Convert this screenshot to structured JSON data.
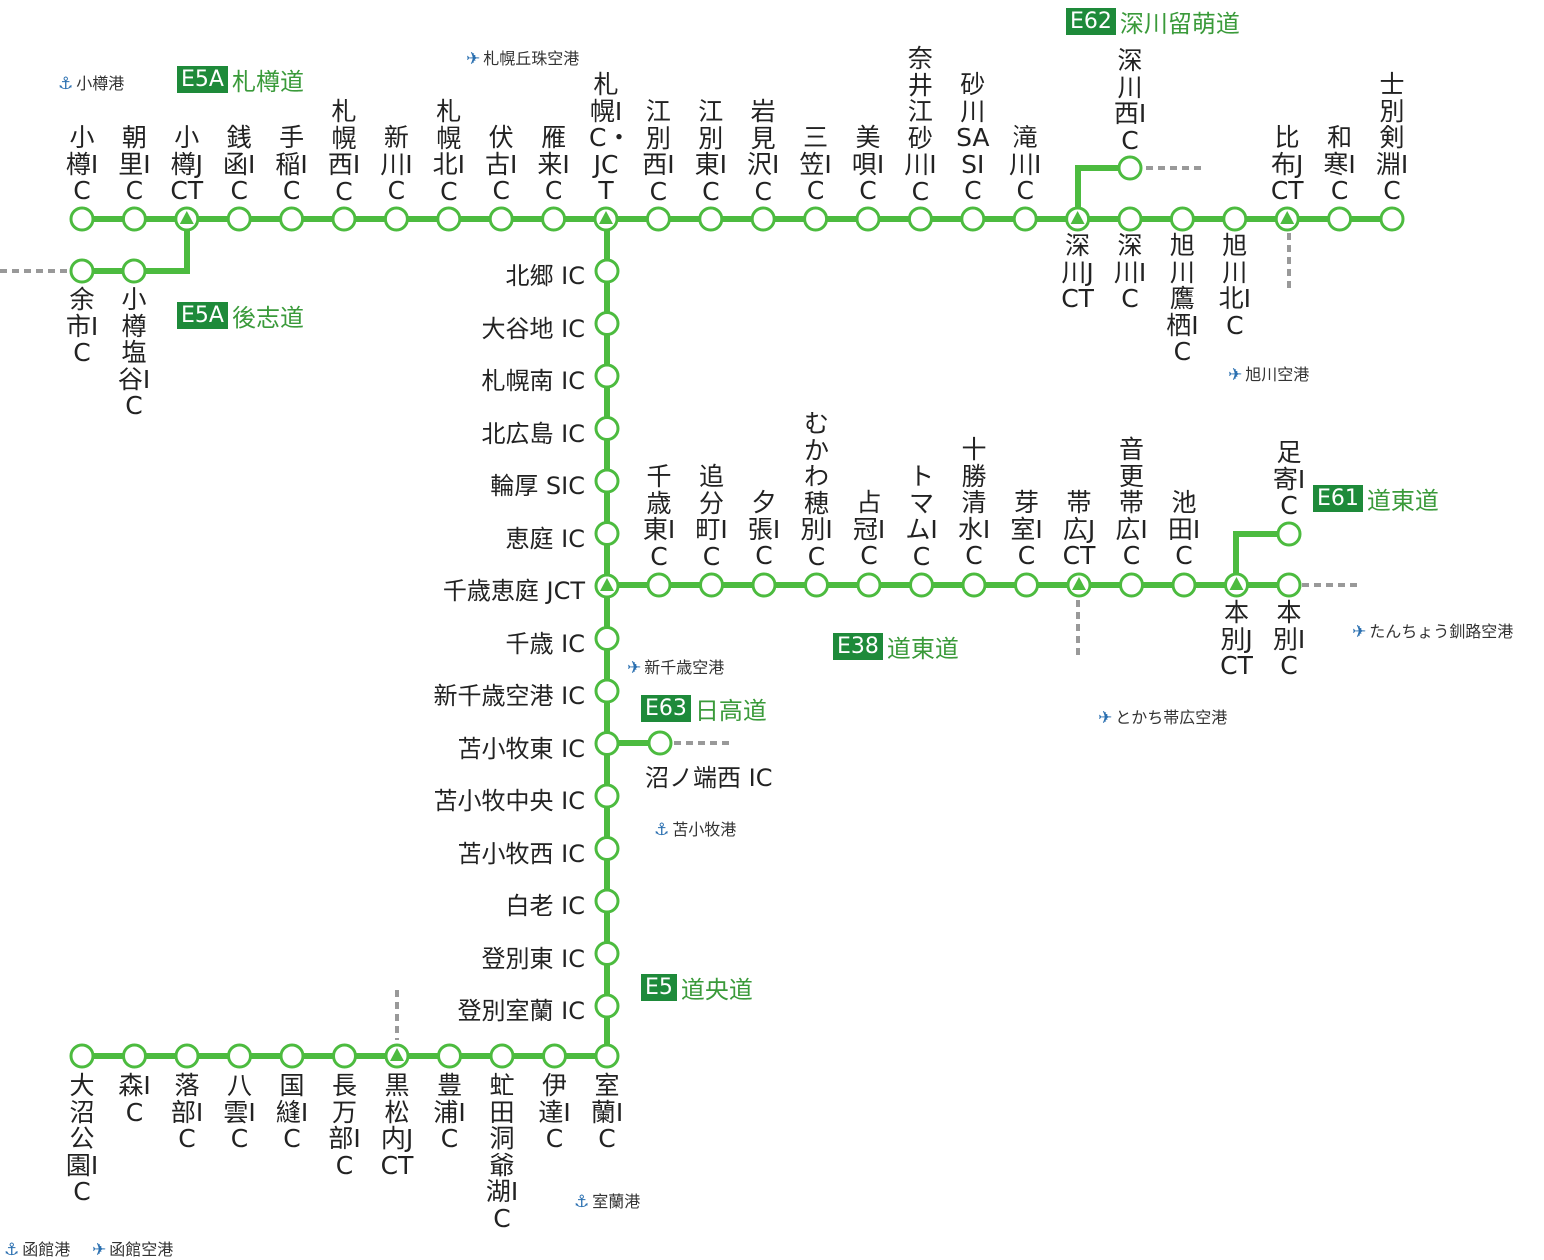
{
  "colors": {
    "line": "#4cbb3f",
    "station_fill": "#ffffff",
    "jct_fill": "#4cbb3f",
    "dash": "#999999",
    "badge": "#1e8a3a",
    "route_text": "#3a9a3a",
    "poi_icon": "#2a6fb0"
  },
  "routes": [
    {
      "code": "E5A",
      "name": "札樽道"
    },
    {
      "code": "E5A",
      "name": "後志道"
    },
    {
      "code": "E62",
      "name": "深川留萌道"
    },
    {
      "code": "E61",
      "name": "道東道"
    },
    {
      "code": "E38",
      "name": "道東道"
    },
    {
      "code": "E63",
      "name": "日高道"
    },
    {
      "code": "E5",
      "name": "道央道"
    }
  ],
  "top_stations": [
    {
      "name": "小樽IC"
    },
    {
      "name": "朝里IC"
    },
    {
      "name": "小樽JCT",
      "jct": true
    },
    {
      "name": "銭函IC"
    },
    {
      "name": "手稲IC"
    },
    {
      "name": "札幌西IC"
    },
    {
      "name": "新川IC"
    },
    {
      "name": "札幌北IC"
    },
    {
      "name": "伏古IC"
    },
    {
      "name": "雁来IC"
    },
    {
      "name": "札幌IC・JCT",
      "jct": true
    },
    {
      "name": "江別西IC"
    },
    {
      "name": "江別東IC"
    },
    {
      "name": "岩見沢IC"
    },
    {
      "name": "三笠IC"
    },
    {
      "name": "美唄IC"
    },
    {
      "name": "奈井江砂川IC"
    },
    {
      "name": "砂川SASIC"
    },
    {
      "name": "滝川IC"
    },
    {
      "name": "深川JCT",
      "jct": true
    },
    {
      "name": "深川IC"
    },
    {
      "name": "旭川鷹栖IC"
    },
    {
      "name": "旭川北IC"
    },
    {
      "name": "比布JCT",
      "jct": true
    },
    {
      "name": "和寒IC"
    },
    {
      "name": "士別剣淵IC"
    }
  ],
  "shiribeshi_stations": [
    {
      "name": "余市IC"
    },
    {
      "name": "小樽塩谷IC"
    }
  ],
  "rumoi_station": {
    "name": "深川西IC"
  },
  "central_stations": [
    {
      "name": "北郷 IC"
    },
    {
      "name": "大谷地 IC"
    },
    {
      "name": "札幌南 IC"
    },
    {
      "name": "北広島 IC"
    },
    {
      "name": "輪厚 SIC"
    },
    {
      "name": "恵庭 IC"
    },
    {
      "name": "千歳恵庭 JCT",
      "jct": true
    },
    {
      "name": "千歳 IC"
    },
    {
      "name": "新千歳空港 IC"
    },
    {
      "name": "苫小牧東 IC"
    },
    {
      "name": "苫小牧中央 IC"
    },
    {
      "name": "苫小牧西 IC"
    },
    {
      "name": "白老 IC"
    },
    {
      "name": "登別東 IC"
    },
    {
      "name": "登別室蘭 IC"
    }
  ],
  "doto_stations": [
    {
      "name": "千歳東IC"
    },
    {
      "name": "追分町IC"
    },
    {
      "name": "夕張IC"
    },
    {
      "name": "むかわ穂別IC"
    },
    {
      "name": "占冠IC"
    },
    {
      "name": "トマムIC"
    },
    {
      "name": "十勝清水IC"
    },
    {
      "name": "芽室IC"
    },
    {
      "name": "帯広JCT",
      "jct": true
    },
    {
      "name": "音更帯広IC"
    },
    {
      "name": "池田IC"
    },
    {
      "name": "本別JCT",
      "jct": true
    },
    {
      "name": "本別IC"
    }
  ],
  "ashoro_station": {
    "name": "足寄IC"
  },
  "hidaka_station": {
    "name": "沼ノ端西 IC"
  },
  "bottom_stations": [
    {
      "name": "大沼公園IC"
    },
    {
      "name": "森IC"
    },
    {
      "name": "落部IC"
    },
    {
      "name": "八雲IC"
    },
    {
      "name": "国縫IC"
    },
    {
      "name": "長万部IC"
    },
    {
      "name": "黒松内JCT",
      "jct": true
    },
    {
      "name": "豊浦IC"
    },
    {
      "name": "虻田洞爺湖IC"
    },
    {
      "name": "伊達IC"
    },
    {
      "name": "室蘭IC"
    }
  ],
  "pois": [
    {
      "type": "port",
      "icon": "anchor-icon",
      "name": "小樽港"
    },
    {
      "type": "airport",
      "icon": "airplane-icon",
      "name": "札幌丘珠空港"
    },
    {
      "type": "airport",
      "icon": "airplane-icon",
      "name": "旭川空港"
    },
    {
      "type": "airport",
      "icon": "airplane-icon",
      "name": "新千歳空港"
    },
    {
      "type": "airport",
      "icon": "airplane-icon",
      "name": "たんちょう釧路空港"
    },
    {
      "type": "airport",
      "icon": "airplane-icon",
      "name": "とかち帯広空港"
    },
    {
      "type": "port",
      "icon": "anchor-icon",
      "name": "苫小牧港"
    },
    {
      "type": "port",
      "icon": "anchor-icon",
      "name": "室蘭港"
    },
    {
      "type": "port",
      "icon": "anchor-icon",
      "name": "函館港"
    },
    {
      "type": "airport",
      "icon": "airplane-icon",
      "name": "函館空港"
    }
  ]
}
